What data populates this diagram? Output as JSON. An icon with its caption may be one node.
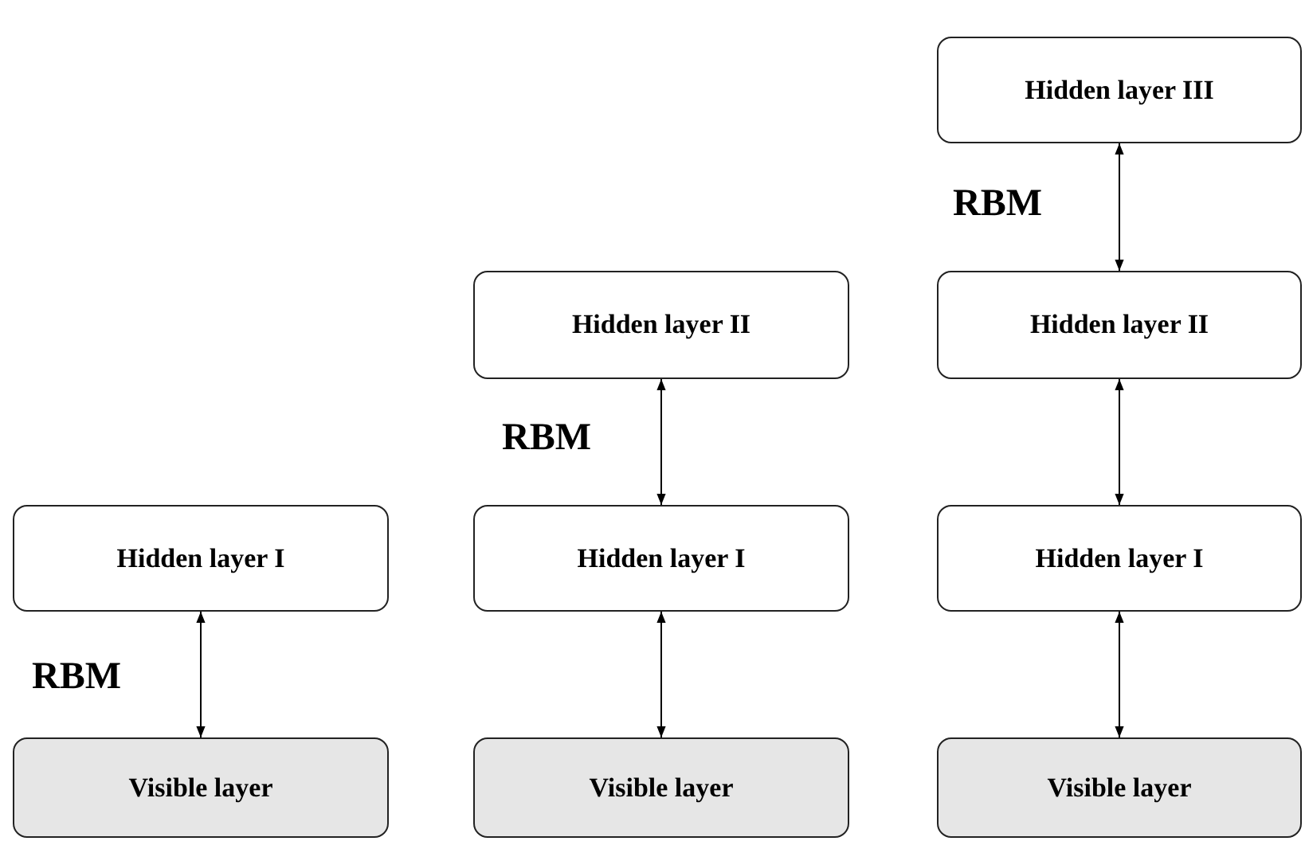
{
  "diagram": {
    "nodes": [
      {
        "text": [
          "Hidden layer I"
        ]
      },
      {
        "text": [
          "Visible layer"
        ]
      },
      {
        "text": [
          "Hidden layer II"
        ]
      },
      {
        "text": [
          "Hidden layer I"
        ]
      },
      {
        "text": [
          "Visible layer"
        ]
      },
      {
        "text": [
          "Hidden layer III"
        ]
      },
      {
        "text": [
          "Hidden layer II"
        ]
      },
      {
        "text": [
          "Hidden layer I"
        ]
      },
      {
        "text": [
          "Visible layer"
        ]
      }
    ],
    "edges": [
      {
        "from": 1,
        "to": 0,
        "arrow": "both"
      },
      {
        "from": 3,
        "to": 2,
        "arrow": "both"
      },
      {
        "from": 4,
        "to": 3,
        "arrow": "both"
      },
      {
        "from": 6,
        "to": 5,
        "arrow": "both"
      },
      {
        "from": 7,
        "to": 6,
        "arrow": "both"
      },
      {
        "from": 8,
        "to": 7,
        "arrow": "both"
      }
    ],
    "labels": [
      "RBM",
      "RBM",
      "RBM"
    ]
  }
}
